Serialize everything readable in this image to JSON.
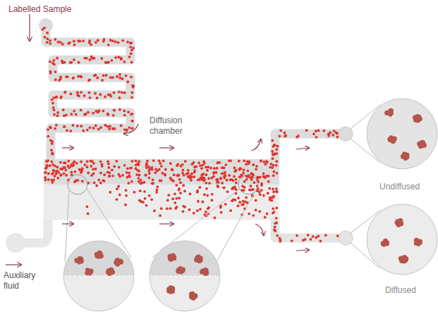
{
  "diagram": {
    "labels": [
      "Labelled Sample",
      "Diffusion chamber",
      "Auxiliary fluid",
      "Undiffused",
      "Diffused"
    ]
  }
}
